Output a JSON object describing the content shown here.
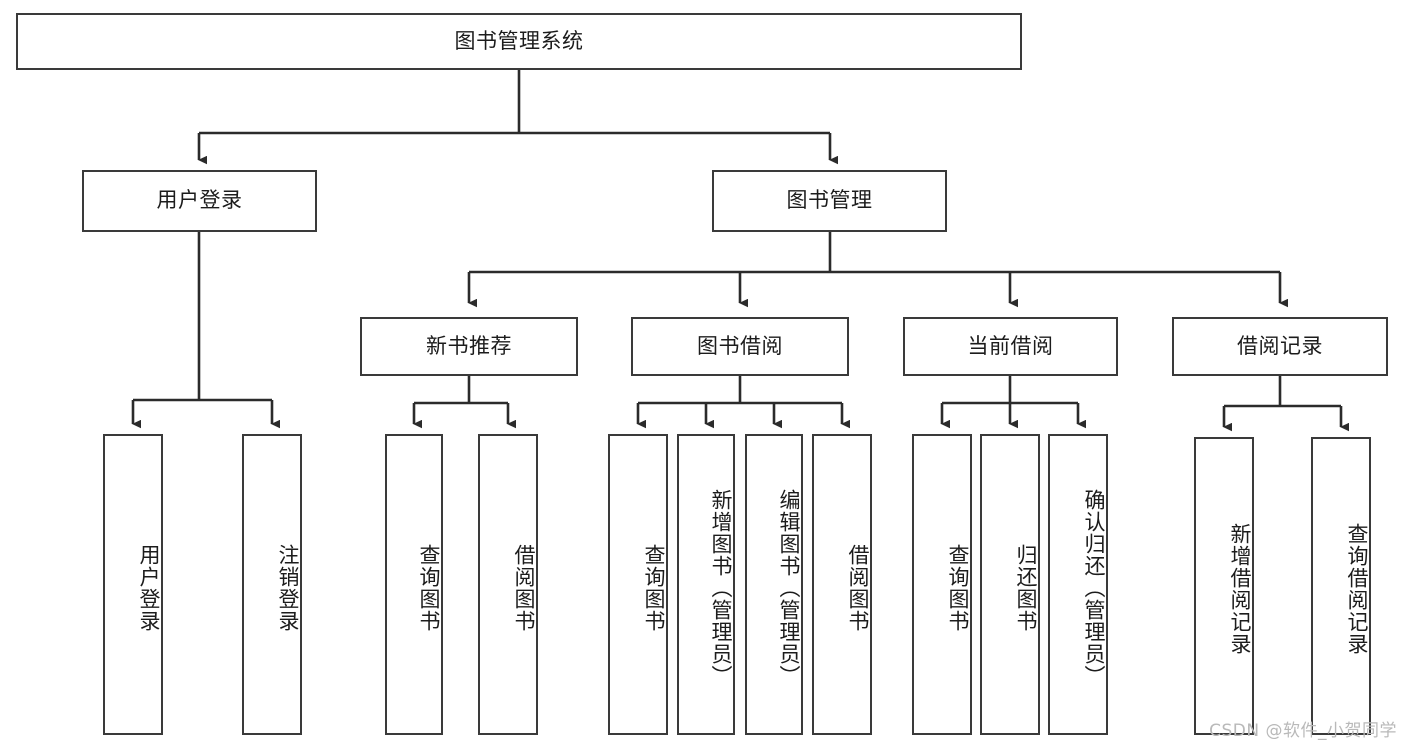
{
  "diagram": {
    "title": "图书管理系统",
    "type": "tree-hierarchy",
    "watermark": "CSDN @软件_小贺同学",
    "colors": {
      "background": "#ffffff",
      "box_border": "#3a3a3a",
      "box_fill": "#ffffff",
      "edge": "#2b2b2b",
      "text": "#1c1c1c",
      "watermark": "#b9b9b9"
    },
    "root": {
      "label": "图书管理系统"
    },
    "level2": [
      {
        "label": "用户登录"
      },
      {
        "label": "图书管理"
      }
    ],
    "level3": [
      {
        "label": "新书推荐"
      },
      {
        "label": "图书借阅"
      },
      {
        "label": "当前借阅"
      },
      {
        "label": "借阅记录"
      }
    ],
    "leaves": {
      "user_login": [
        {
          "label": "用户登录"
        },
        {
          "label": "注销登录"
        }
      ],
      "new_book_recommend": [
        {
          "label": "查询图书"
        },
        {
          "label": "借阅图书"
        }
      ],
      "book_borrow": [
        {
          "label": "查询图书"
        },
        {
          "label": "新增图书（管理员）"
        },
        {
          "label": "编辑图书（管理员）"
        },
        {
          "label": "借阅图书"
        }
      ],
      "current_borrow": [
        {
          "label": "查询图书"
        },
        {
          "label": "归还图书"
        },
        {
          "label": "确认归还（管理员）"
        }
      ],
      "borrow_record": [
        {
          "label": "新增借阅记录"
        },
        {
          "label": "查询借阅记录"
        }
      ]
    }
  }
}
